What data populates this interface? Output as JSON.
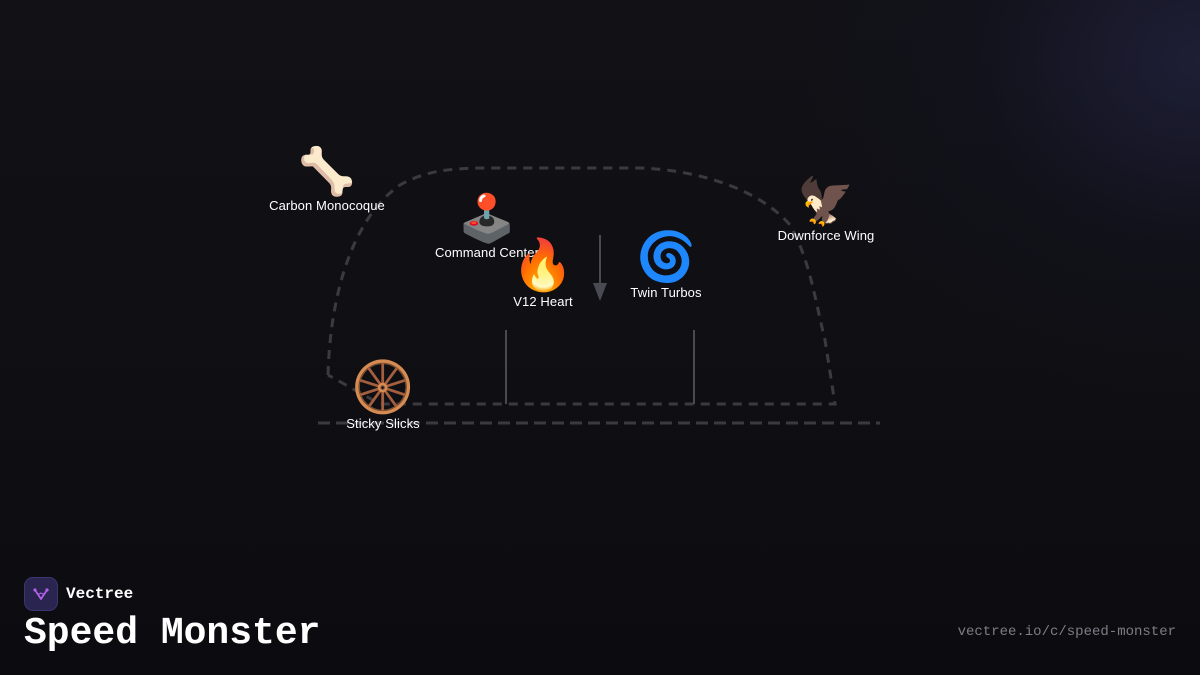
{
  "brand": {
    "name": "Vectree",
    "logo_icon": "vectree-logo-icon",
    "logo_color": "#b061e8"
  },
  "title": "Speed Monster",
  "url": "vectree.io/c/speed-monster",
  "diagram": {
    "outline_color": "#3a3a40",
    "connector_color": "#4a4a52",
    "nodes": [
      {
        "id": "carbon-monocoque",
        "icon": "bone-icon",
        "emoji": "🦴",
        "label": "Carbon Monocoque"
      },
      {
        "id": "command-center",
        "icon": "joystick-icon",
        "emoji": "🕹️",
        "label": "Command Center"
      },
      {
        "id": "v12-heart",
        "icon": "fire-icon",
        "emoji": "🔥",
        "label": "V12 Heart"
      },
      {
        "id": "twin-turbos",
        "icon": "cyclone-icon",
        "emoji": "🌀",
        "label": "Twin Turbos"
      },
      {
        "id": "downforce-wing",
        "icon": "eagle-icon",
        "emoji": "🦅",
        "label": "Downforce Wing"
      },
      {
        "id": "sticky-slicks",
        "icon": "tire-icon",
        "emoji": "🛞",
        "label": "Sticky Slicks"
      }
    ]
  }
}
